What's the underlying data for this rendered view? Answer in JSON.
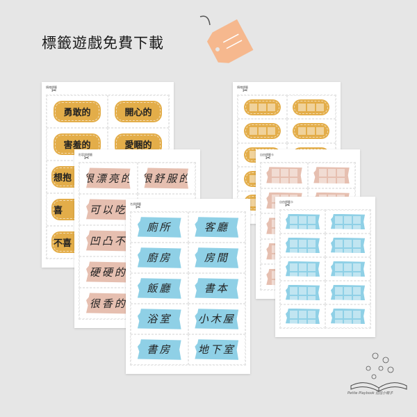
{
  "title": "標籤遊戲免費下載",
  "logo_text": "Petite Playbook 拉拉小冊子",
  "colors": {
    "yellow": "#e3ad49",
    "pink": "#e6bfb0",
    "blue": "#8fd0e6",
    "tag": "#f6b88e"
  },
  "sheets": [
    {
      "id": "emotion",
      "header": "情緒標籤",
      "color": "#e3ad49",
      "style": "bubble",
      "cards": [
        "勇敢的",
        "開心的",
        "害羞的",
        "愛睏的",
        "想抱",
        "",
        "喜",
        "",
        "不喜",
        ""
      ]
    },
    {
      "id": "emotion-blank",
      "header": "情緒標籤",
      "color": "#e3ad49",
      "style": "bubble-blank",
      "cards": [
        "",
        "",
        "",
        "",
        "",
        "",
        "",
        "",
        "",
        ""
      ]
    },
    {
      "id": "adjective",
      "header": "形容詞標籤",
      "color": "#e6bfb0",
      "style": "tape",
      "cards": [
        "很漂亮的",
        "很舒服的",
        "可以吃",
        "",
        "凹凸不",
        "",
        "硬硬的",
        "",
        "很香的",
        ""
      ]
    },
    {
      "id": "adjective-blank",
      "header": "自由標籤卡",
      "color": "#e6bfb0",
      "style": "tape-blank",
      "cards": [
        "",
        "",
        "",
        "",
        "",
        "",
        "",
        "",
        "",
        ""
      ]
    },
    {
      "id": "noun",
      "header": "名詞標籤",
      "color": "#8fd0e6",
      "style": "tape",
      "cards": [
        "廁所",
        "客廳",
        "廚房",
        "房間",
        "飯廳",
        "書本",
        "浴室",
        "小木屋",
        "書房",
        "地下室"
      ]
    },
    {
      "id": "noun-blank",
      "header": "自由標籤卡",
      "color": "#8fd0e6",
      "style": "tape-blank",
      "cards": [
        "",
        "",
        "",
        "",
        "",
        "",
        "",
        "",
        "",
        ""
      ]
    }
  ]
}
